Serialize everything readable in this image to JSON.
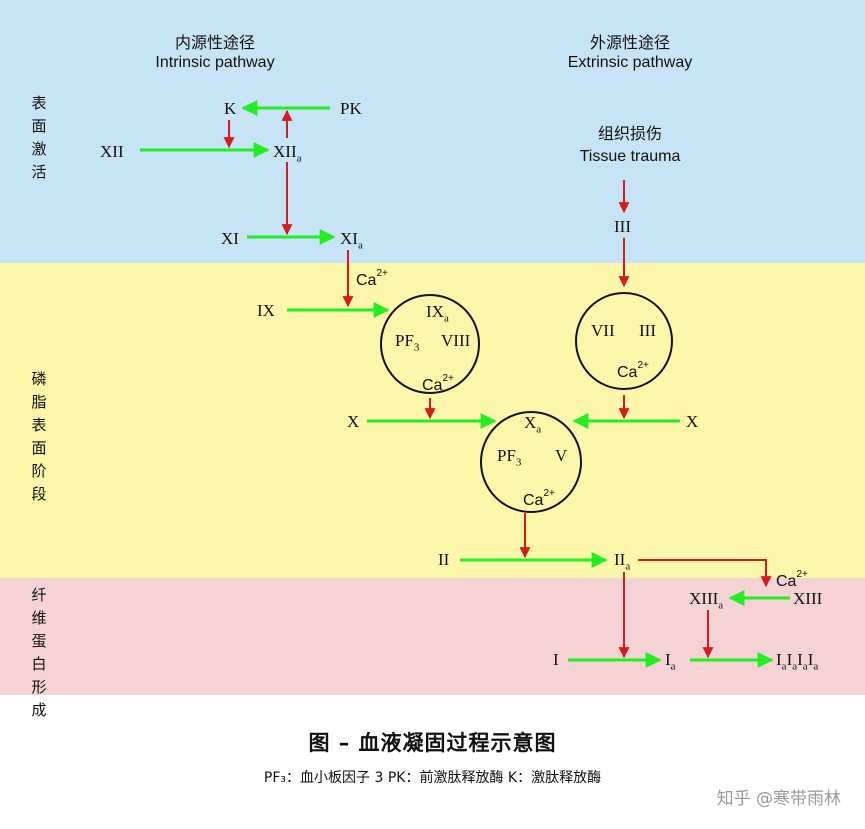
{
  "stages": {
    "surface_activation": "表面激活",
    "phospholipid_surface": "磷脂表面阶段",
    "fibrin_formation": "纤维蛋白形成"
  },
  "pathways": {
    "intrinsic_zh": "内源性途径",
    "intrinsic_en": "Intrinsic pathway",
    "extrinsic_zh": "外源性途径",
    "extrinsic_en": "Extrinsic pathway",
    "tissue_trauma_zh": "组织损伤",
    "tissue_trauma_en": "Tissue trauma"
  },
  "factors": {
    "K": "K",
    "PK": "PK",
    "XII": "XII",
    "XIIa": "XII",
    "XI": "XI",
    "XIa": "XI",
    "IX": "IX",
    "III": "III",
    "X_left": "X",
    "X_right": "X",
    "II": "II",
    "IIa": "II",
    "XIII": "XIII",
    "XIIIa": "XIII",
    "I": "I",
    "Ia": "I",
    "Ia_polymer": "IaIaIaIa",
    "a": "a",
    "Ca": "Ca",
    "two_plus": "2+"
  },
  "complexes": {
    "tenase": {
      "factor": "IX",
      "pf3": "PF",
      "pf3_sub": "3",
      "cofactor": "VIII",
      "ion": "Ca"
    },
    "extrinsic": {
      "a": "VII",
      "b": "III",
      "ion": "Ca"
    },
    "prothrombinase": {
      "factor": "X",
      "pf3": "PF",
      "pf3_sub": "3",
      "cofactor": "V",
      "ion": "Ca"
    }
  },
  "caption": {
    "title": "图 –   血液凝固过程示意图",
    "legend": "PF₃：血小板因子 3    PK：前激肽释放酶    K：激肽释放酶"
  },
  "watermark": "知乎 @寒带雨林",
  "colors": {
    "activation_arrow": "#22ee22",
    "conversion_arrow": "#d91a1a",
    "surface": "#c6e4f6",
    "phospholipid": "#fbf6aa",
    "fibrin": "#f5d2d3"
  }
}
